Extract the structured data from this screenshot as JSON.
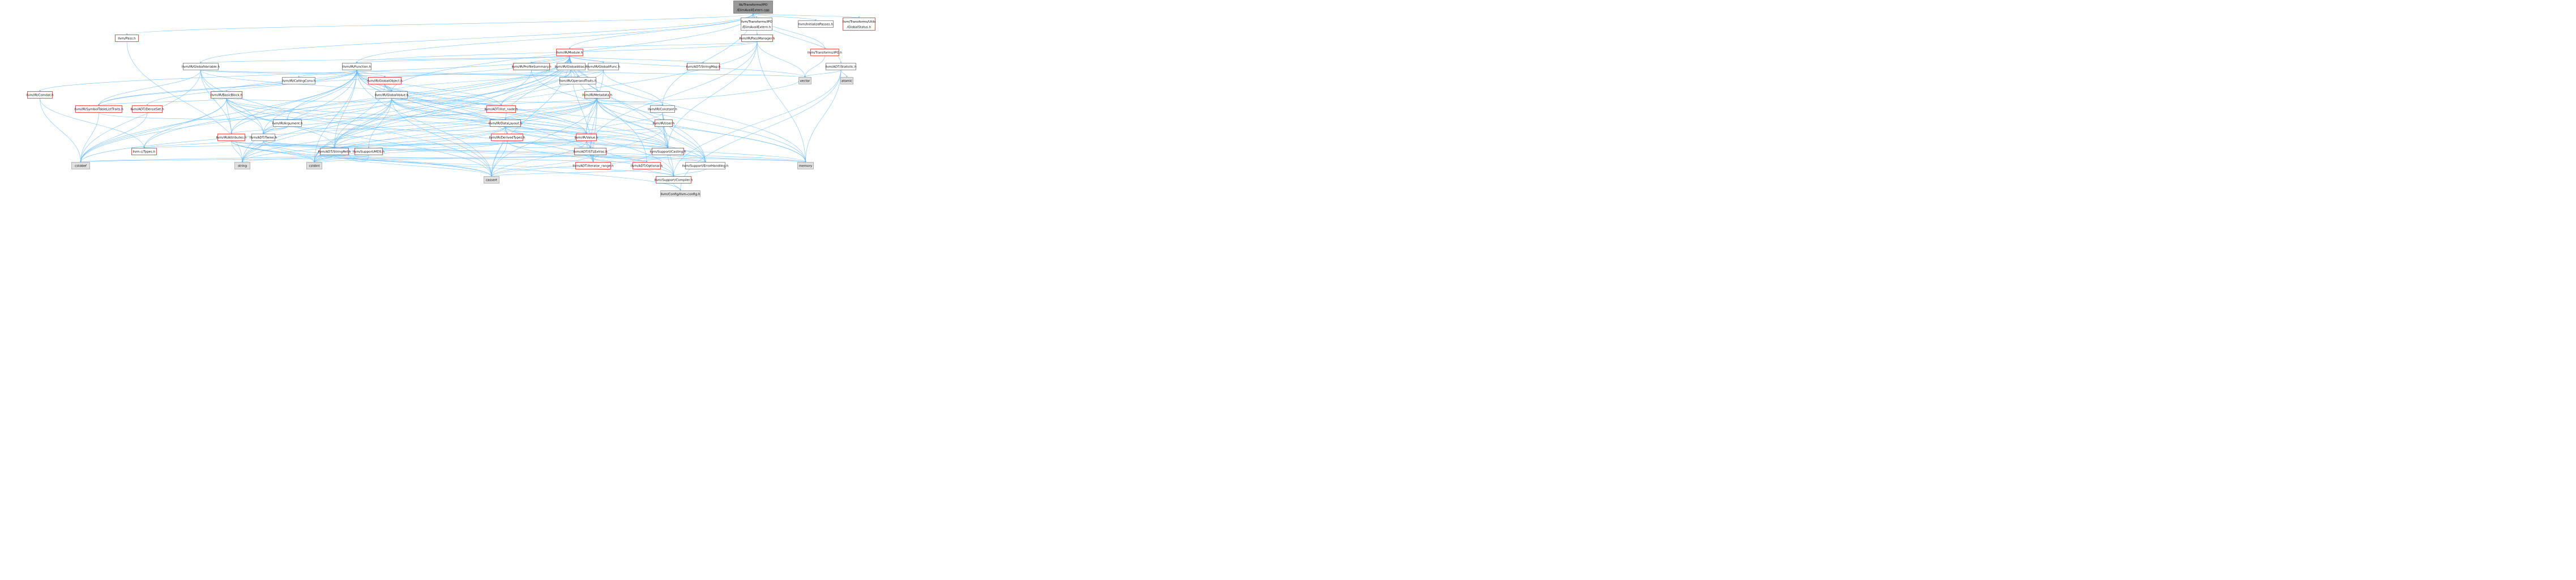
{
  "colors": {
    "edge": "#63b8ff",
    "root_fill": "#999999",
    "node_fill": "#ffffff",
    "node_border": "#666666",
    "node_border_red": "#ff0000",
    "leaf_fill": "#e0e0e0",
    "leaf_border": "#999999"
  },
  "nodes": [
    {
      "id": "root",
      "lines": [
        "lib/Transforms/IPO",
        "/ElimAvailExtern.cpp"
      ],
      "kind": "root"
    },
    {
      "id": "pass",
      "lines": [
        "llvm/Pass.h"
      ],
      "kind": "red"
    },
    {
      "id": "ipo_elim",
      "lines": [
        "llvm/Transforms/IPO",
        "/ElimAvailExtern.h"
      ],
      "kind": "normal"
    },
    {
      "id": "init_passes",
      "lines": [
        "llvm/InitializePasses.h"
      ],
      "kind": "normal"
    },
    {
      "id": "global_status",
      "lines": [
        "llvm/Transforms/Utils",
        "/GlobalStatus.h"
      ],
      "kind": "red"
    },
    {
      "id": "pass_manager",
      "lines": [
        "llvm/IR/PassManager.h"
      ],
      "kind": "red"
    },
    {
      "id": "transforms_ipo",
      "lines": [
        "llvm/Transforms/IPO.h"
      ],
      "kind": "red"
    },
    {
      "id": "module",
      "lines": [
        "llvm/IR/Module.h"
      ],
      "kind": "red"
    },
    {
      "id": "adt_statistic",
      "lines": [
        "llvm/ADT/Statistic.h"
      ],
      "kind": "normal"
    },
    {
      "id": "vector",
      "lines": [
        "vector"
      ],
      "kind": "leaf"
    },
    {
      "id": "atomic",
      "lines": [
        "atomic"
      ],
      "kind": "leaf"
    },
    {
      "id": "global_variable",
      "lines": [
        "llvm/IR/GlobalVariable.h"
      ],
      "kind": "normal"
    },
    {
      "id": "function",
      "lines": [
        "llvm/IR/Function.h"
      ],
      "kind": "normal"
    },
    {
      "id": "profile_summary",
      "lines": [
        "llvm/IR/ProfileSummary.h"
      ],
      "kind": "red"
    },
    {
      "id": "global_alias",
      "lines": [
        "llvm/IR/GlobalAlias.h"
      ],
      "kind": "normal"
    },
    {
      "id": "global_ifunc",
      "lines": [
        "llvm/IR/GlobalIFunc.h"
      ],
      "kind": "normal"
    },
    {
      "id": "string_map",
      "lines": [
        "llvm/ADT/StringMap.h"
      ],
      "kind": "red"
    },
    {
      "id": "comdat",
      "lines": [
        "llvm/IR/Comdat.h"
      ],
      "kind": "red"
    },
    {
      "id": "calling_conv",
      "lines": [
        "llvm/IR/CallingConv.h"
      ],
      "kind": "normal"
    },
    {
      "id": "global_object",
      "lines": [
        "llvm/IR/GlobalObject.h"
      ],
      "kind": "red"
    },
    {
      "id": "operand_traits",
      "lines": [
        "llvm/IR/OperandTraits.h"
      ],
      "kind": "normal"
    },
    {
      "id": "basic_block",
      "lines": [
        "llvm/IR/BasicBlock.h"
      ],
      "kind": "red"
    },
    {
      "id": "global_value",
      "lines": [
        "llvm/IR/GlobalValue.h"
      ],
      "kind": "normal"
    },
    {
      "id": "metadata",
      "lines": [
        "llvm/IR/Metadata.h"
      ],
      "kind": "red"
    },
    {
      "id": "symtab",
      "lines": [
        "llvm/IR/SymbolTableListTraits.h"
      ],
      "kind": "red"
    },
    {
      "id": "dense_set",
      "lines": [
        "llvm/ADT/DenseSet.h"
      ],
      "kind": "red"
    },
    {
      "id": "ilist_node",
      "lines": [
        "llvm/ADT/ilist_node.h"
      ],
      "kind": "red"
    },
    {
      "id": "constant",
      "lines": [
        "llvm/IR/Constant.h"
      ],
      "kind": "normal"
    },
    {
      "id": "argument",
      "lines": [
        "llvm/IR/Argument.h"
      ],
      "kind": "normal"
    },
    {
      "id": "data_layout",
      "lines": [
        "llvm/IR/DataLayout.h"
      ],
      "kind": "red"
    },
    {
      "id": "user",
      "lines": [
        "llvm/IR/User.h"
      ],
      "kind": "red"
    },
    {
      "id": "attributes",
      "lines": [
        "llvm/IR/Attributes.h"
      ],
      "kind": "red"
    },
    {
      "id": "twine",
      "lines": [
        "llvm/ADT/Twine.h"
      ],
      "kind": "normal"
    },
    {
      "id": "derived_types",
      "lines": [
        "llvm/IR/DerivedTypes.h"
      ],
      "kind": "red"
    },
    {
      "id": "ir_value",
      "lines": [
        "llvm/IR/Value.h"
      ],
      "kind": "red"
    },
    {
      "id": "md5",
      "lines": [
        "llvm/Support/MD5.h"
      ],
      "kind": "red"
    },
    {
      "id": "c_types",
      "lines": [
        "llvm-c/Types.h"
      ],
      "kind": "red"
    },
    {
      "id": "string_ref",
      "lines": [
        "llvm/ADT/StringRef.h"
      ],
      "kind": "red"
    },
    {
      "id": "stl_extras",
      "lines": [
        "llvm/ADT/STLExtras.h"
      ],
      "kind": "red"
    },
    {
      "id": "casting",
      "lines": [
        "llvm/Support/Casting.h"
      ],
      "kind": "red"
    },
    {
      "id": "cstddef",
      "lines": [
        "cstddef"
      ],
      "kind": "leaf"
    },
    {
      "id": "string",
      "lines": [
        "string"
      ],
      "kind": "leaf"
    },
    {
      "id": "cstdint",
      "lines": [
        "cstdint"
      ],
      "kind": "leaf"
    },
    {
      "id": "iterator_range",
      "lines": [
        "llvm/ADT/iterator_range.h"
      ],
      "kind": "red"
    },
    {
      "id": "error_handling",
      "lines": [
        "llvm/Support/ErrorHandling.h"
      ],
      "kind": "normal"
    },
    {
      "id": "memory",
      "lines": [
        "memory"
      ],
      "kind": "leaf"
    },
    {
      "id": "optional",
      "lines": [
        "llvm/ADT/Optional.h"
      ],
      "kind": "red"
    },
    {
      "id": "cassert",
      "lines": [
        "cassert"
      ],
      "kind": "leaf"
    },
    {
      "id": "compiler",
      "lines": [
        "llvm/Support/Compiler.h"
      ],
      "kind": "red"
    },
    {
      "id": "llvm_config",
      "lines": [
        "llvm/Config/llvm-config.h"
      ],
      "kind": "leaf"
    }
  ],
  "edges": [
    [
      "root",
      "pass"
    ],
    [
      "root",
      "ipo_elim"
    ],
    [
      "root",
      "init_passes"
    ],
    [
      "root",
      "global_status"
    ],
    [
      "root",
      "transforms_ipo"
    ],
    [
      "root",
      "adt_statistic"
    ],
    [
      "root",
      "module"
    ],
    [
      "root",
      "function"
    ],
    [
      "root",
      "global_variable"
    ],
    [
      "root",
      "global_value"
    ],
    [
      "root",
      "constant"
    ],
    [
      "pass",
      "string"
    ],
    [
      "ipo_elim",
      "pass_manager"
    ],
    [
      "transforms_ipo",
      "vector"
    ],
    [
      "pass_manager",
      "module"
    ],
    [
      "pass_manager",
      "function"
    ],
    [
      "pass_manager",
      "vector"
    ],
    [
      "pass_manager",
      "memory"
    ],
    [
      "pass_manager",
      "string_ref"
    ],
    [
      "pass_manager",
      "casting"
    ],
    [
      "pass_manager",
      "stl_extras"
    ],
    [
      "adt_statistic",
      "atomic"
    ],
    [
      "adt_statistic",
      "vector"
    ],
    [
      "adt_statistic",
      "memory"
    ],
    [
      "adt_statistic",
      "compiler"
    ],
    [
      "adt_statistic",
      "llvm_config"
    ],
    [
      "module",
      "global_variable"
    ],
    [
      "module",
      "function"
    ],
    [
      "module",
      "profile_summary"
    ],
    [
      "module",
      "global_alias"
    ],
    [
      "module",
      "global_ifunc"
    ],
    [
      "module",
      "string_map"
    ],
    [
      "module",
      "comdat"
    ],
    [
      "module",
      "metadata"
    ],
    [
      "module",
      "data_layout"
    ],
    [
      "module",
      "attributes"
    ],
    [
      "module",
      "symtab"
    ],
    [
      "module",
      "vector"
    ],
    [
      "module",
      "memory"
    ],
    [
      "module",
      "cstddef"
    ],
    [
      "module",
      "string"
    ],
    [
      "module",
      "cstdint"
    ],
    [
      "module",
      "string_ref"
    ],
    [
      "module",
      "iterator_range"
    ],
    [
      "module",
      "casting"
    ],
    [
      "module",
      "error_handling"
    ],
    [
      "module",
      "cassert"
    ],
    [
      "module",
      "c_types"
    ],
    [
      "module",
      "optional"
    ],
    [
      "global_variable",
      "global_object"
    ],
    [
      "global_variable",
      "operand_traits"
    ],
    [
      "global_variable",
      "twine"
    ],
    [
      "global_variable",
      "ilist_node"
    ],
    [
      "global_variable",
      "attributes"
    ],
    [
      "global_variable",
      "cassert"
    ],
    [
      "global_variable",
      "cstddef"
    ],
    [
      "global_variable",
      "symtab"
    ],
    [
      "function",
      "calling_conv"
    ],
    [
      "function",
      "global_object"
    ],
    [
      "function",
      "basic_block"
    ],
    [
      "function",
      "argument"
    ],
    [
      "function",
      "attributes"
    ],
    [
      "function",
      "symtab"
    ],
    [
      "function",
      "ir_value"
    ],
    [
      "function",
      "ilist_node"
    ],
    [
      "function",
      "twine"
    ],
    [
      "function",
      "dense_set"
    ],
    [
      "function",
      "derived_types"
    ],
    [
      "function",
      "operand_traits"
    ],
    [
      "function",
      "string_ref"
    ],
    [
      "function",
      "cassert"
    ],
    [
      "function",
      "cstddef"
    ],
    [
      "function",
      "cstdint"
    ],
    [
      "function",
      "memory"
    ],
    [
      "function",
      "string"
    ],
    [
      "function",
      "iterator_range"
    ],
    [
      "function",
      "compiler"
    ],
    [
      "function",
      "global_value"
    ],
    [
      "profile_summary",
      "vector"
    ],
    [
      "profile_summary",
      "cstdint"
    ],
    [
      "profile_summary",
      "memory"
    ],
    [
      "global_alias",
      "operand_traits"
    ],
    [
      "global_alias",
      "global_value"
    ],
    [
      "global_alias",
      "ilist_node"
    ],
    [
      "global_alias",
      "twine"
    ],
    [
      "global_ifunc",
      "operand_traits"
    ],
    [
      "global_ifunc",
      "global_object"
    ],
    [
      "global_ifunc",
      "constant"
    ],
    [
      "global_ifunc",
      "ilist_node"
    ],
    [
      "global_ifunc",
      "ir_value"
    ],
    [
      "comdat",
      "c_types"
    ],
    [
      "comdat",
      "cstddef"
    ],
    [
      "global_object",
      "global_value"
    ],
    [
      "global_object",
      "ir_value"
    ],
    [
      "global_object",
      "string_ref"
    ],
    [
      "global_object",
      "casting"
    ],
    [
      "basic_block",
      "symtab"
    ],
    [
      "basic_block",
      "twine"
    ],
    [
      "basic_block",
      "ilist_node"
    ],
    [
      "basic_block",
      "ir_value"
    ],
    [
      "basic_block",
      "string_ref"
    ],
    [
      "basic_block",
      "casting"
    ],
    [
      "basic_block",
      "c_types"
    ],
    [
      "basic_block",
      "cassert"
    ],
    [
      "basic_block",
      "cstddef"
    ],
    [
      "basic_block",
      "iterator_range"
    ],
    [
      "basic_block",
      "attributes"
    ],
    [
      "global_value",
      "constant"
    ],
    [
      "global_value",
      "derived_types"
    ],
    [
      "global_value",
      "ir_value"
    ],
    [
      "global_value",
      "md5"
    ],
    [
      "global_value",
      "twine"
    ],
    [
      "global_value",
      "string_ref"
    ],
    [
      "global_value",
      "casting"
    ],
    [
      "global_value",
      "error_handling"
    ],
    [
      "global_value",
      "cassert"
    ],
    [
      "global_value",
      "cstdint"
    ],
    [
      "global_value",
      "string"
    ],
    [
      "global_value",
      "ilist_node"
    ],
    [
      "metadata",
      "constant"
    ],
    [
      "metadata",
      "ir_value"
    ],
    [
      "metadata",
      "data_layout"
    ],
    [
      "metadata",
      "stl_extras"
    ],
    [
      "metadata",
      "string_ref"
    ],
    [
      "metadata",
      "iterator_range"
    ],
    [
      "metadata",
      "ilist_node"
    ],
    [
      "metadata",
      "casting"
    ],
    [
      "metadata",
      "error_handling"
    ],
    [
      "metadata",
      "cassert"
    ],
    [
      "metadata",
      "cstddef"
    ],
    [
      "metadata",
      "cstdint"
    ],
    [
      "metadata",
      "memory"
    ],
    [
      "metadata",
      "string"
    ],
    [
      "metadata",
      "vector"
    ],
    [
      "metadata",
      "twine"
    ],
    [
      "symtab",
      "ilist_node"
    ],
    [
      "symtab",
      "cstddef"
    ],
    [
      "dense_set",
      "cstddef"
    ],
    [
      "constant",
      "user"
    ],
    [
      "constant",
      "ir_value"
    ],
    [
      "constant",
      "casting"
    ],
    [
      "constant",
      "error_handling"
    ],
    [
      "argument",
      "attributes"
    ],
    [
      "argument",
      "ir_value"
    ],
    [
      "argument",
      "twine"
    ],
    [
      "data_layout",
      "derived_types"
    ],
    [
      "data_layout",
      "ir_value"
    ],
    [
      "data_layout",
      "string_ref"
    ],
    [
      "data_layout",
      "casting"
    ],
    [
      "data_layout",
      "error_handling"
    ],
    [
      "data_layout",
      "cassert"
    ],
    [
      "data_layout",
      "cstdint"
    ],
    [
      "data_layout",
      "string"
    ],
    [
      "data_layout",
      "stl_extras"
    ],
    [
      "user",
      "ir_value"
    ],
    [
      "user",
      "casting"
    ],
    [
      "user",
      "error_handling"
    ],
    [
      "user",
      "iterator_range"
    ],
    [
      "user",
      "cstdint"
    ],
    [
      "user",
      "compiler"
    ],
    [
      "attributes",
      "c_types"
    ],
    [
      "attributes",
      "string_ref"
    ],
    [
      "attributes",
      "cassert"
    ],
    [
      "attributes",
      "cstdint"
    ],
    [
      "attributes",
      "string"
    ],
    [
      "attributes",
      "memory"
    ],
    [
      "attributes",
      "llvm_config"
    ],
    [
      "attributes",
      "optional"
    ],
    [
      "twine",
      "string_ref"
    ],
    [
      "twine",
      "cassert"
    ],
    [
      "twine",
      "cstdint"
    ],
    [
      "twine",
      "string"
    ],
    [
      "twine",
      "error_handling"
    ],
    [
      "derived_types",
      "ir_value"
    ],
    [
      "derived_types",
      "string_ref"
    ],
    [
      "derived_types",
      "stl_extras"
    ],
    [
      "derived_types",
      "casting"
    ],
    [
      "derived_types",
      "cassert"
    ],
    [
      "derived_types",
      "cstdint"
    ],
    [
      "derived_types",
      "compiler"
    ],
    [
      "ir_value",
      "c_types"
    ],
    [
      "ir_value",
      "string_ref"
    ],
    [
      "ir_value",
      "iterator_range"
    ],
    [
      "ir_value",
      "casting"
    ],
    [
      "ir_value",
      "cassert"
    ],
    [
      "ir_value",
      "memory"
    ],
    [
      "ir_value",
      "stl_extras"
    ],
    [
      "ir_value",
      "compiler"
    ],
    [
      "md5",
      "string_ref"
    ],
    [
      "md5",
      "cstdint"
    ],
    [
      "string_ref",
      "cstddef"
    ],
    [
      "string_ref",
      "string"
    ],
    [
      "string_ref",
      "cstdint"
    ],
    [
      "string_ref",
      "cassert"
    ],
    [
      "string_ref",
      "compiler"
    ],
    [
      "string_ref",
      "iterator_range"
    ],
    [
      "stl_extras",
      "iterator_range"
    ],
    [
      "stl_extras",
      "optional"
    ],
    [
      "stl_extras",
      "error_handling"
    ],
    [
      "stl_extras",
      "cassert"
    ],
    [
      "stl_extras",
      "cstddef"
    ],
    [
      "stl_extras",
      "cstdint"
    ],
    [
      "stl_extras",
      "memory"
    ],
    [
      "stl_extras",
      "casting"
    ],
    [
      "casting",
      "compiler"
    ],
    [
      "casting",
      "memory"
    ],
    [
      "casting",
      "cassert"
    ],
    [
      "error_handling",
      "compiler"
    ],
    [
      "optional",
      "compiler"
    ],
    [
      "optional",
      "cassert"
    ],
    [
      "compiler",
      "llvm_config"
    ]
  ]
}
